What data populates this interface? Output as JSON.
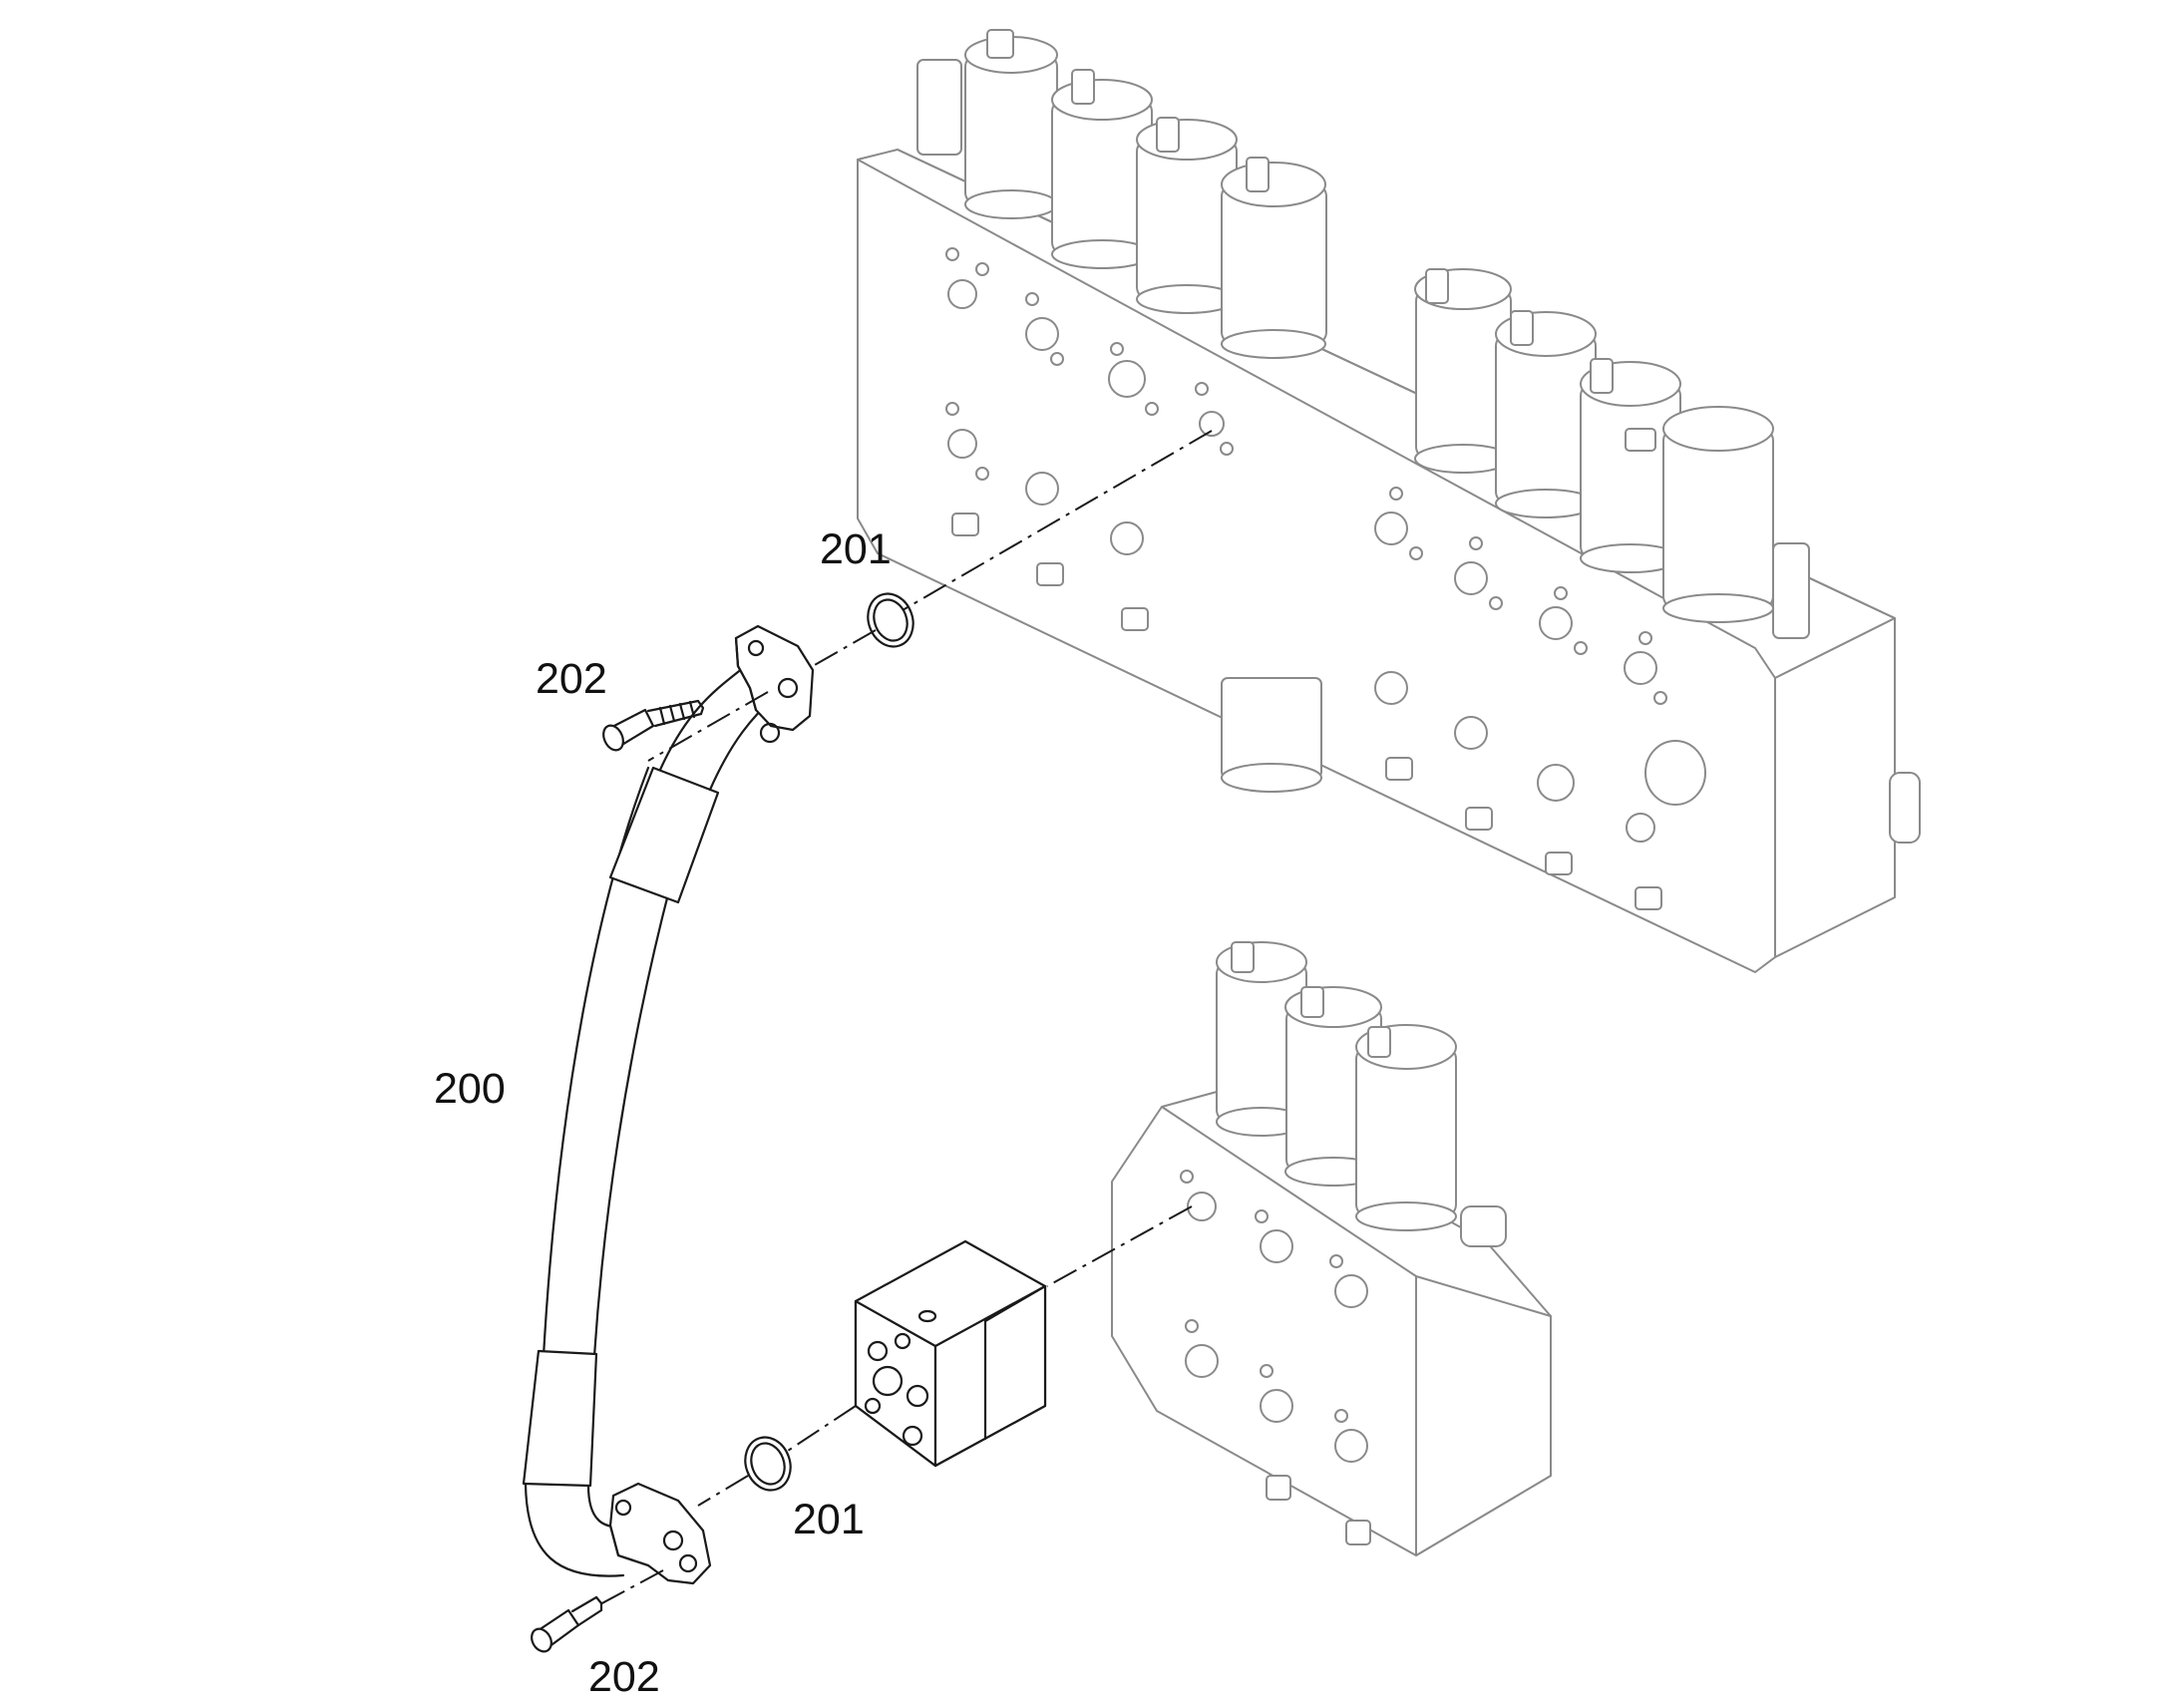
{
  "callouts": {
    "hose": "200",
    "oring_top": "201",
    "oring_bottom": "201",
    "screw_top": "202",
    "screw_bottom": "202"
  },
  "colors": {
    "line": "#1a1a1a",
    "context_parts": "#8a8a8a",
    "background": "#ffffff"
  }
}
